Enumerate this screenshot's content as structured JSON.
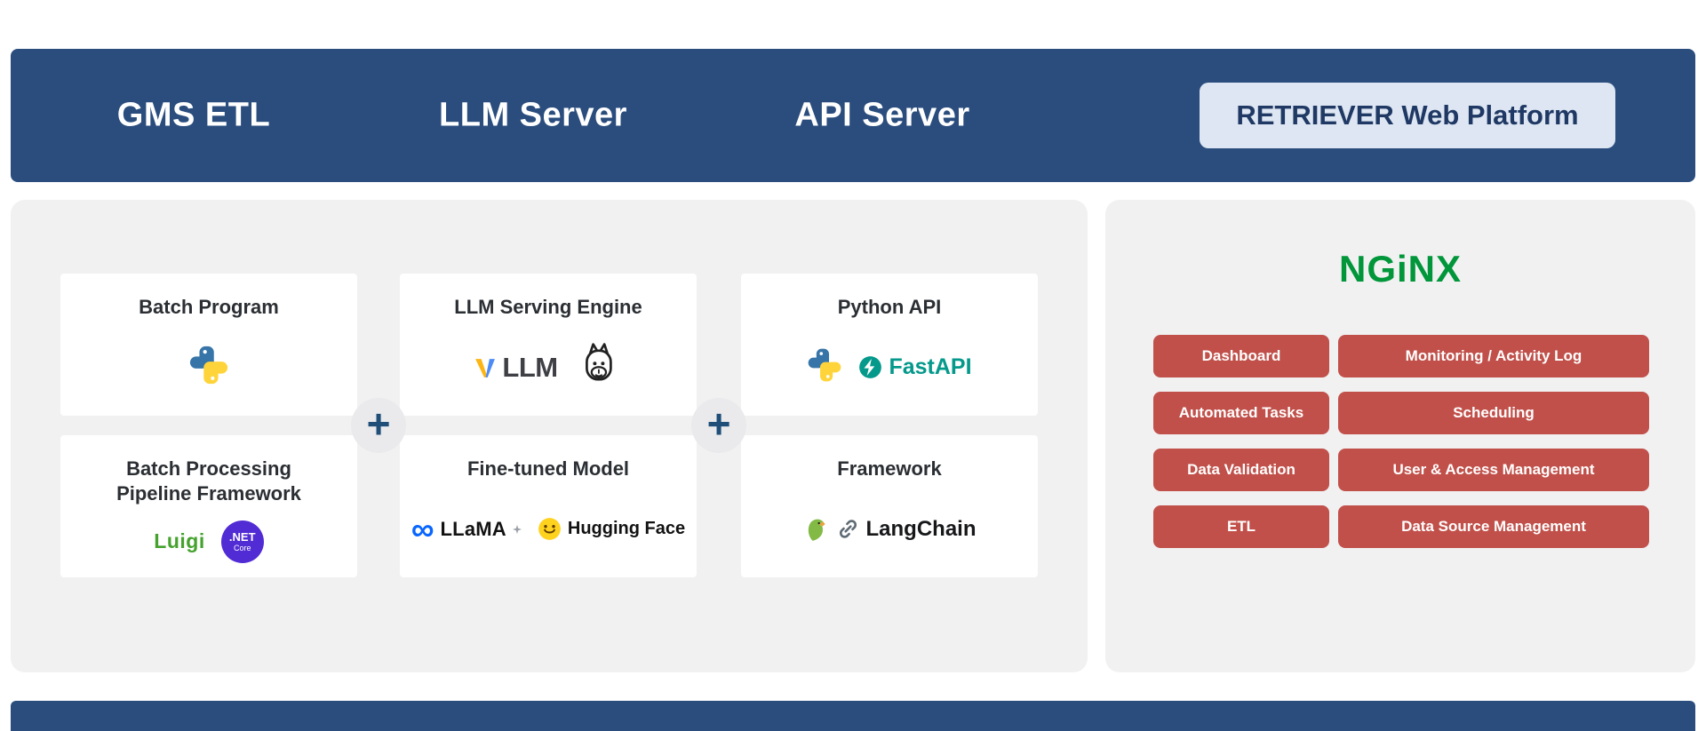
{
  "header": {
    "items": [
      "GMS ETL",
      "LLM Server",
      "API Server"
    ],
    "platform": "RETRIEVER Web Platform"
  },
  "cards": {
    "batch_program": {
      "title": "Batch Program"
    },
    "pipeline": {
      "title_line1": "Batch Processing",
      "title_line2": "Pipeline Framework"
    },
    "llm_engine": {
      "title": "LLM Serving Engine"
    },
    "fine_tuned": {
      "title": "Fine-tuned Model"
    },
    "python_api": {
      "title": "Python API"
    },
    "framework": {
      "title": "Framework"
    }
  },
  "logos": {
    "vllm_v": "v",
    "vllm_rest": "LLM",
    "llama": "LLaMA",
    "hugging_face": "Hugging Face",
    "fastapi": "FastAPI",
    "langchain": "LangChain",
    "luigi": "Luigi",
    "dotnet": ".NET",
    "dotnet_sub": "Core",
    "meta_infinity": "∞",
    "nginx": "NGiNX"
  },
  "plus_sign": "+",
  "web_platform": {
    "left_buttons": [
      "Dashboard",
      "Automated Tasks",
      "Data Validation",
      "ETL"
    ],
    "right_buttons": [
      "Monitoring / Activity Log",
      "Scheduling",
      "User & Access Management",
      "Data Source Management"
    ]
  },
  "colors": {
    "header_blue": "#2a4d7e",
    "panel_gray": "#f1f1f2",
    "card_white": "#ffffff",
    "button_red": "#c1504a",
    "nginx_green": "#009639",
    "platform_box_bg": "#dde6f2",
    "platform_text": "#1f3864",
    "plus_navy": "#1f4e79"
  }
}
